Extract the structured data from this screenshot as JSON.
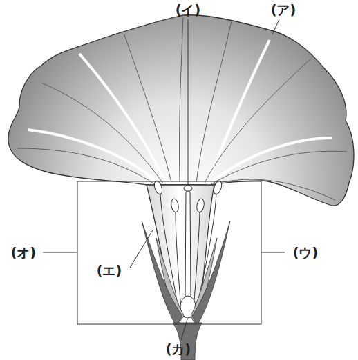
{
  "diagram": {
    "labels": [
      "(イ)",
      "(ア)",
      "(オ)",
      "(エ)",
      "(ウ)",
      "(カ)"
    ]
  }
}
